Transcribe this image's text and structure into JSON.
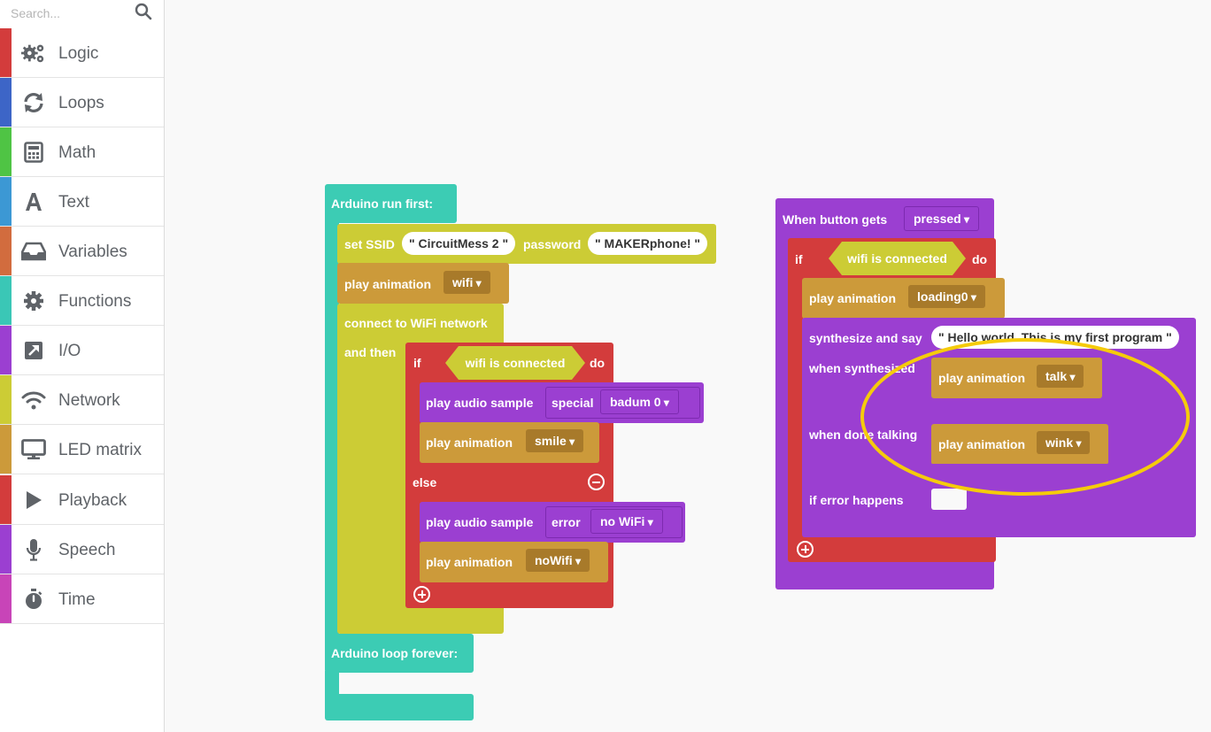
{
  "search": {
    "placeholder": "Search..."
  },
  "categories": [
    {
      "label": "Logic",
      "color": "#d33c3c",
      "icon": "gears-icon"
    },
    {
      "label": "Loops",
      "color": "#3d65c7",
      "icon": "loop-icon"
    },
    {
      "label": "Math",
      "color": "#4fc444",
      "icon": "calculator-icon"
    },
    {
      "label": "Text",
      "color": "#3c98d4",
      "icon": "text-a-icon"
    },
    {
      "label": "Variables",
      "color": "#d26c3e",
      "icon": "inbox-icon"
    },
    {
      "label": "Functions",
      "color": "#3ac7b6",
      "icon": "gear-icon"
    },
    {
      "label": "I/O",
      "color": "#9b3fd1",
      "icon": "external-link-icon"
    },
    {
      "label": "Network",
      "color": "#cccc35",
      "icon": "wifi-icon"
    },
    {
      "label": "LED matrix",
      "color": "#cc9a3a",
      "icon": "monitor-icon"
    },
    {
      "label": "Playback",
      "color": "#d33c3c",
      "icon": "play-icon"
    },
    {
      "label": "Speech",
      "color": "#9b3fd1",
      "icon": "microphone-icon"
    },
    {
      "label": "Time",
      "color": "#c844b8",
      "icon": "stopwatch-icon"
    }
  ],
  "colors": {
    "arduino": "#3cccb4",
    "network": "#cccc35",
    "led": "#cc9a3a",
    "logic": "#d33c3c",
    "audio": "#9b3fd1",
    "annotation": "#f5cb0b"
  },
  "blocks": {
    "run_first": "Arduino run first:",
    "set_ssid": "set SSID",
    "ssid_value": "\" CircuitMess 2 \"",
    "password_label": "password",
    "password_value": "\" MAKERphone! \"",
    "play_animation": "play animation",
    "anim_wifi": "wifi",
    "connect_wifi": "connect to WiFi network",
    "and_then": "and then",
    "if": "if",
    "do": "do",
    "else": "else",
    "wifi_connected": "wifi is connected",
    "play_audio_sample": "play audio sample",
    "special": "special",
    "badum": "badum 0",
    "anim_smile": "smile",
    "error": "error",
    "no_wifi": "no WiFi",
    "anim_nowifi": "noWifi",
    "loop_forever": "Arduino loop forever:",
    "when_button": "When button  gets",
    "pressed": "pressed",
    "anim_loading": "loading0",
    "synth_say": "synthesize and say",
    "hello_text": "\" Hello world. This is my first program \"",
    "when_synth": "when synthesized",
    "anim_talk": "talk",
    "when_done": "when done talking",
    "anim_wink": "wink",
    "if_error": "if error happens"
  }
}
